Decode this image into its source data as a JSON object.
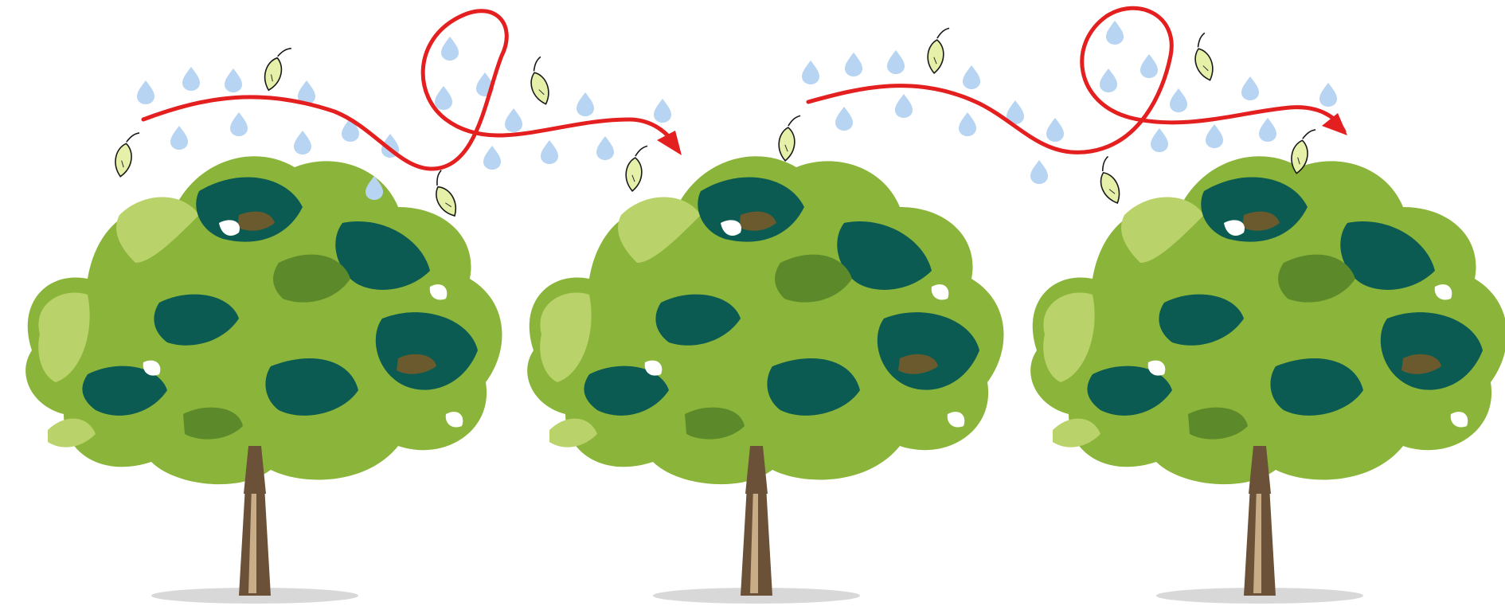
{
  "scene": {
    "trees": [
      {
        "id": "left"
      },
      {
        "id": "middle"
      },
      {
        "id": "right"
      }
    ],
    "wind_arrows": [
      {
        "id": "left-wind"
      },
      {
        "id": "right-wind"
      }
    ],
    "colors": {
      "background": "#ffffff",
      "arrow": "#e41f1f",
      "raindrop": "#b7d4f2",
      "leaf_fill": "#e6f0a8",
      "leaf_outline": "#1a1a1a",
      "canopy_light": "#8bb53a",
      "canopy_mid": "#5c8a2a",
      "canopy_dark": "#0b5b52",
      "canopy_pale": "#b9d36a",
      "canopy_brown": "#6a5a2e",
      "trunk": "#6b5138",
      "trunk_light": "#c9ad86",
      "shadow": "#d8d8d8"
    },
    "icons": [
      "raindrop-icon",
      "leaf-icon",
      "tree-icon",
      "wind-arrow-icon"
    ]
  }
}
